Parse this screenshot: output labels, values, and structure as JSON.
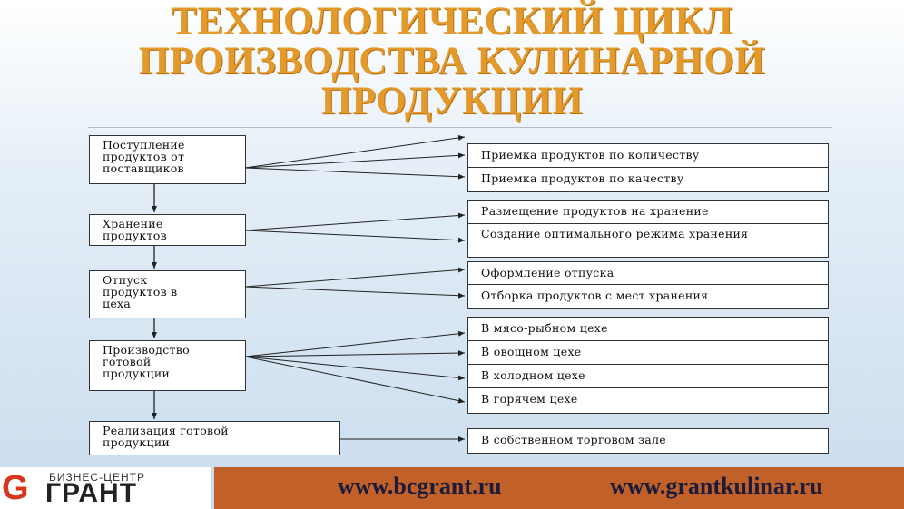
{
  "title": {
    "line1": "ТЕХНОЛОГИЧЕСКИЙ ЦИКЛ",
    "line2": "ПРОИЗВОДСТВА КУЛИНАРНОЙ",
    "line3": "ПРОДУКЦИИ"
  },
  "stages": [
    {
      "line1": "Поступление",
      "line2": "продуктов от",
      "line3": "поставщиков"
    },
    {
      "line1": "Хранение",
      "line2": "продуктов",
      "line3": ""
    },
    {
      "line1": "Отпуск",
      "line2": "продуктов в",
      "line3": "цеха"
    },
    {
      "line1": "Производство",
      "line2": "готовой",
      "line3": "продукции"
    },
    {
      "line1": "Реализация готовой",
      "line2": "продукции",
      "line3": ""
    }
  ],
  "details": [
    [
      "Приемка продуктов по количеству",
      "Приемка продуктов по качеству"
    ],
    [
      "Размещение продуктов на хранение",
      "Создание оптимального режима хранения"
    ],
    [
      "Оформление отпуска",
      "Отборка продуктов с мест хранения"
    ],
    [
      "В мясо-рыбном цехе",
      "В овощном цехе",
      "В холодном цехе",
      "В горячем цехе"
    ],
    [
      "В собственном торговом зале"
    ]
  ],
  "footer": {
    "logo_letter": "G",
    "logo_top": "БИЗНЕС-ЦЕНТР",
    "logo_main": "ГРАНТ",
    "link1": "www.bcgrant.ru",
    "link2": "www.grantkulinar.ru",
    "bar_color": "#c2602a"
  }
}
